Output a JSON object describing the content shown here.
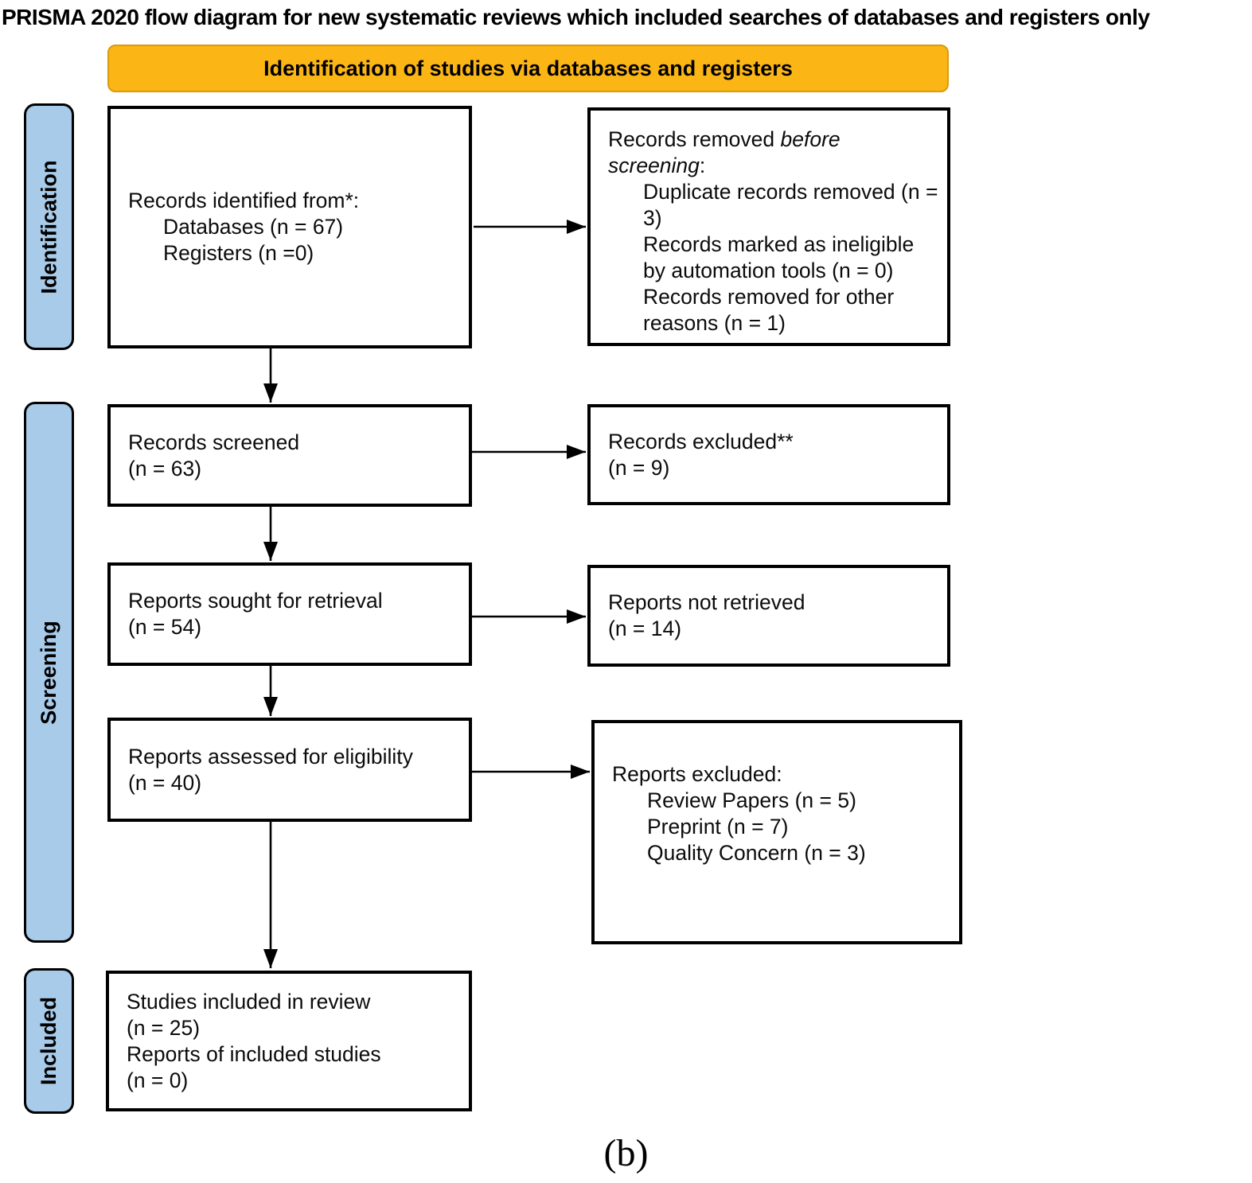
{
  "title": "PRISMA 2020 flow diagram for new systematic reviews which included searches of databases and registers only",
  "banner": {
    "label": "Identification of studies via databases and registers"
  },
  "colors": {
    "banner_fill": "#FBB615",
    "banner_border": "#D89B10",
    "tab_fill": "#A8CBEA",
    "box_border": "#000000"
  },
  "sidebar_tabs": [
    {
      "label": "Identification"
    },
    {
      "label": "Screening"
    },
    {
      "label": "Included"
    }
  ],
  "flow": {
    "records_identified": {
      "heading": "Records identified from*:",
      "items": [
        "Databases (n = 67)",
        "Registers (n =0)"
      ]
    },
    "records_removed": {
      "pre": "Records removed ",
      "italic": "before screening",
      "post": ":",
      "items": [
        "Duplicate records removed (n = 3)",
        "Records marked as ineligible by automation tools (n = 0)",
        "Records removed for other reasons (n = 1)"
      ]
    },
    "records_screened": {
      "lines": [
        "Records screened",
        "(n = 63)"
      ]
    },
    "records_excluded": {
      "lines": [
        "Records excluded**",
        "(n = 9)"
      ]
    },
    "reports_sought": {
      "lines": [
        "Reports sought for retrieval",
        "(n = 54)"
      ]
    },
    "reports_not_retrieved": {
      "lines": [
        "Reports not retrieved",
        "(n = 14)"
      ]
    },
    "reports_assessed": {
      "lines": [
        "Reports assessed for eligibility",
        "(n = 40)"
      ]
    },
    "reports_excluded": {
      "heading": "Reports excluded:",
      "items": [
        "Review Papers (n = 5)",
        "Preprint (n = 7)",
        "Quality Concern (n = 3)"
      ]
    },
    "studies_included": {
      "lines": [
        "Studies included in review",
        "(n = 25)",
        "Reports of included studies",
        "(n = 0)"
      ]
    }
  },
  "caption": "(b)"
}
